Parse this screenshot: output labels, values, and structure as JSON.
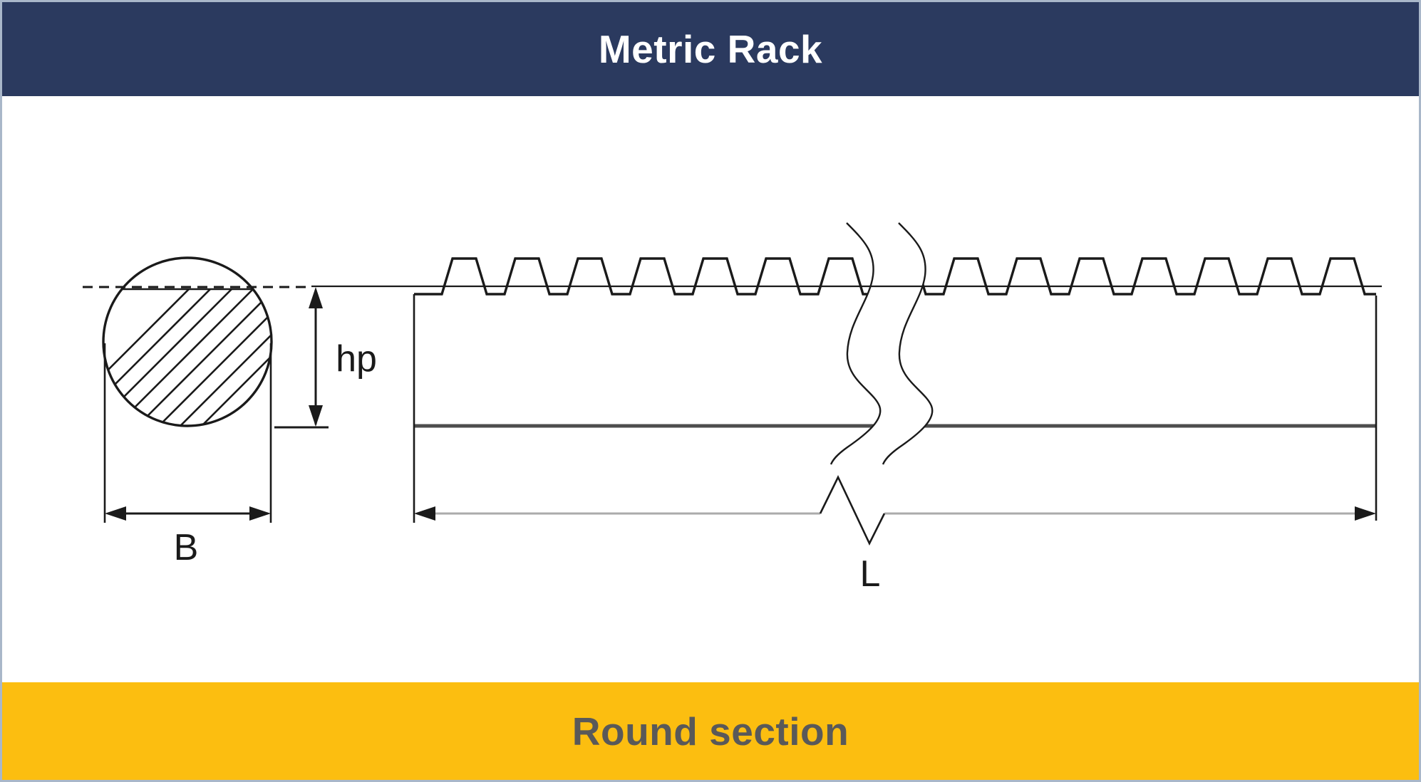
{
  "header": {
    "title": "Metric Rack"
  },
  "diagram": {
    "labels": {
      "pitch_height": "hp",
      "section_width": "B",
      "rack_length": "L"
    }
  },
  "footer": {
    "caption": "Round section"
  },
  "colors": {
    "header_bg": "#2B3A5F",
    "header_text": "#FFFFFF",
    "footer_bg": "#FCBE10",
    "footer_text": "#595959",
    "outer_border": "#A9B7C9",
    "drawing_line": "#1A1A1A",
    "rack_bottom_line": "#4D4D4D",
    "length_dim_line": "#ABABAB"
  }
}
